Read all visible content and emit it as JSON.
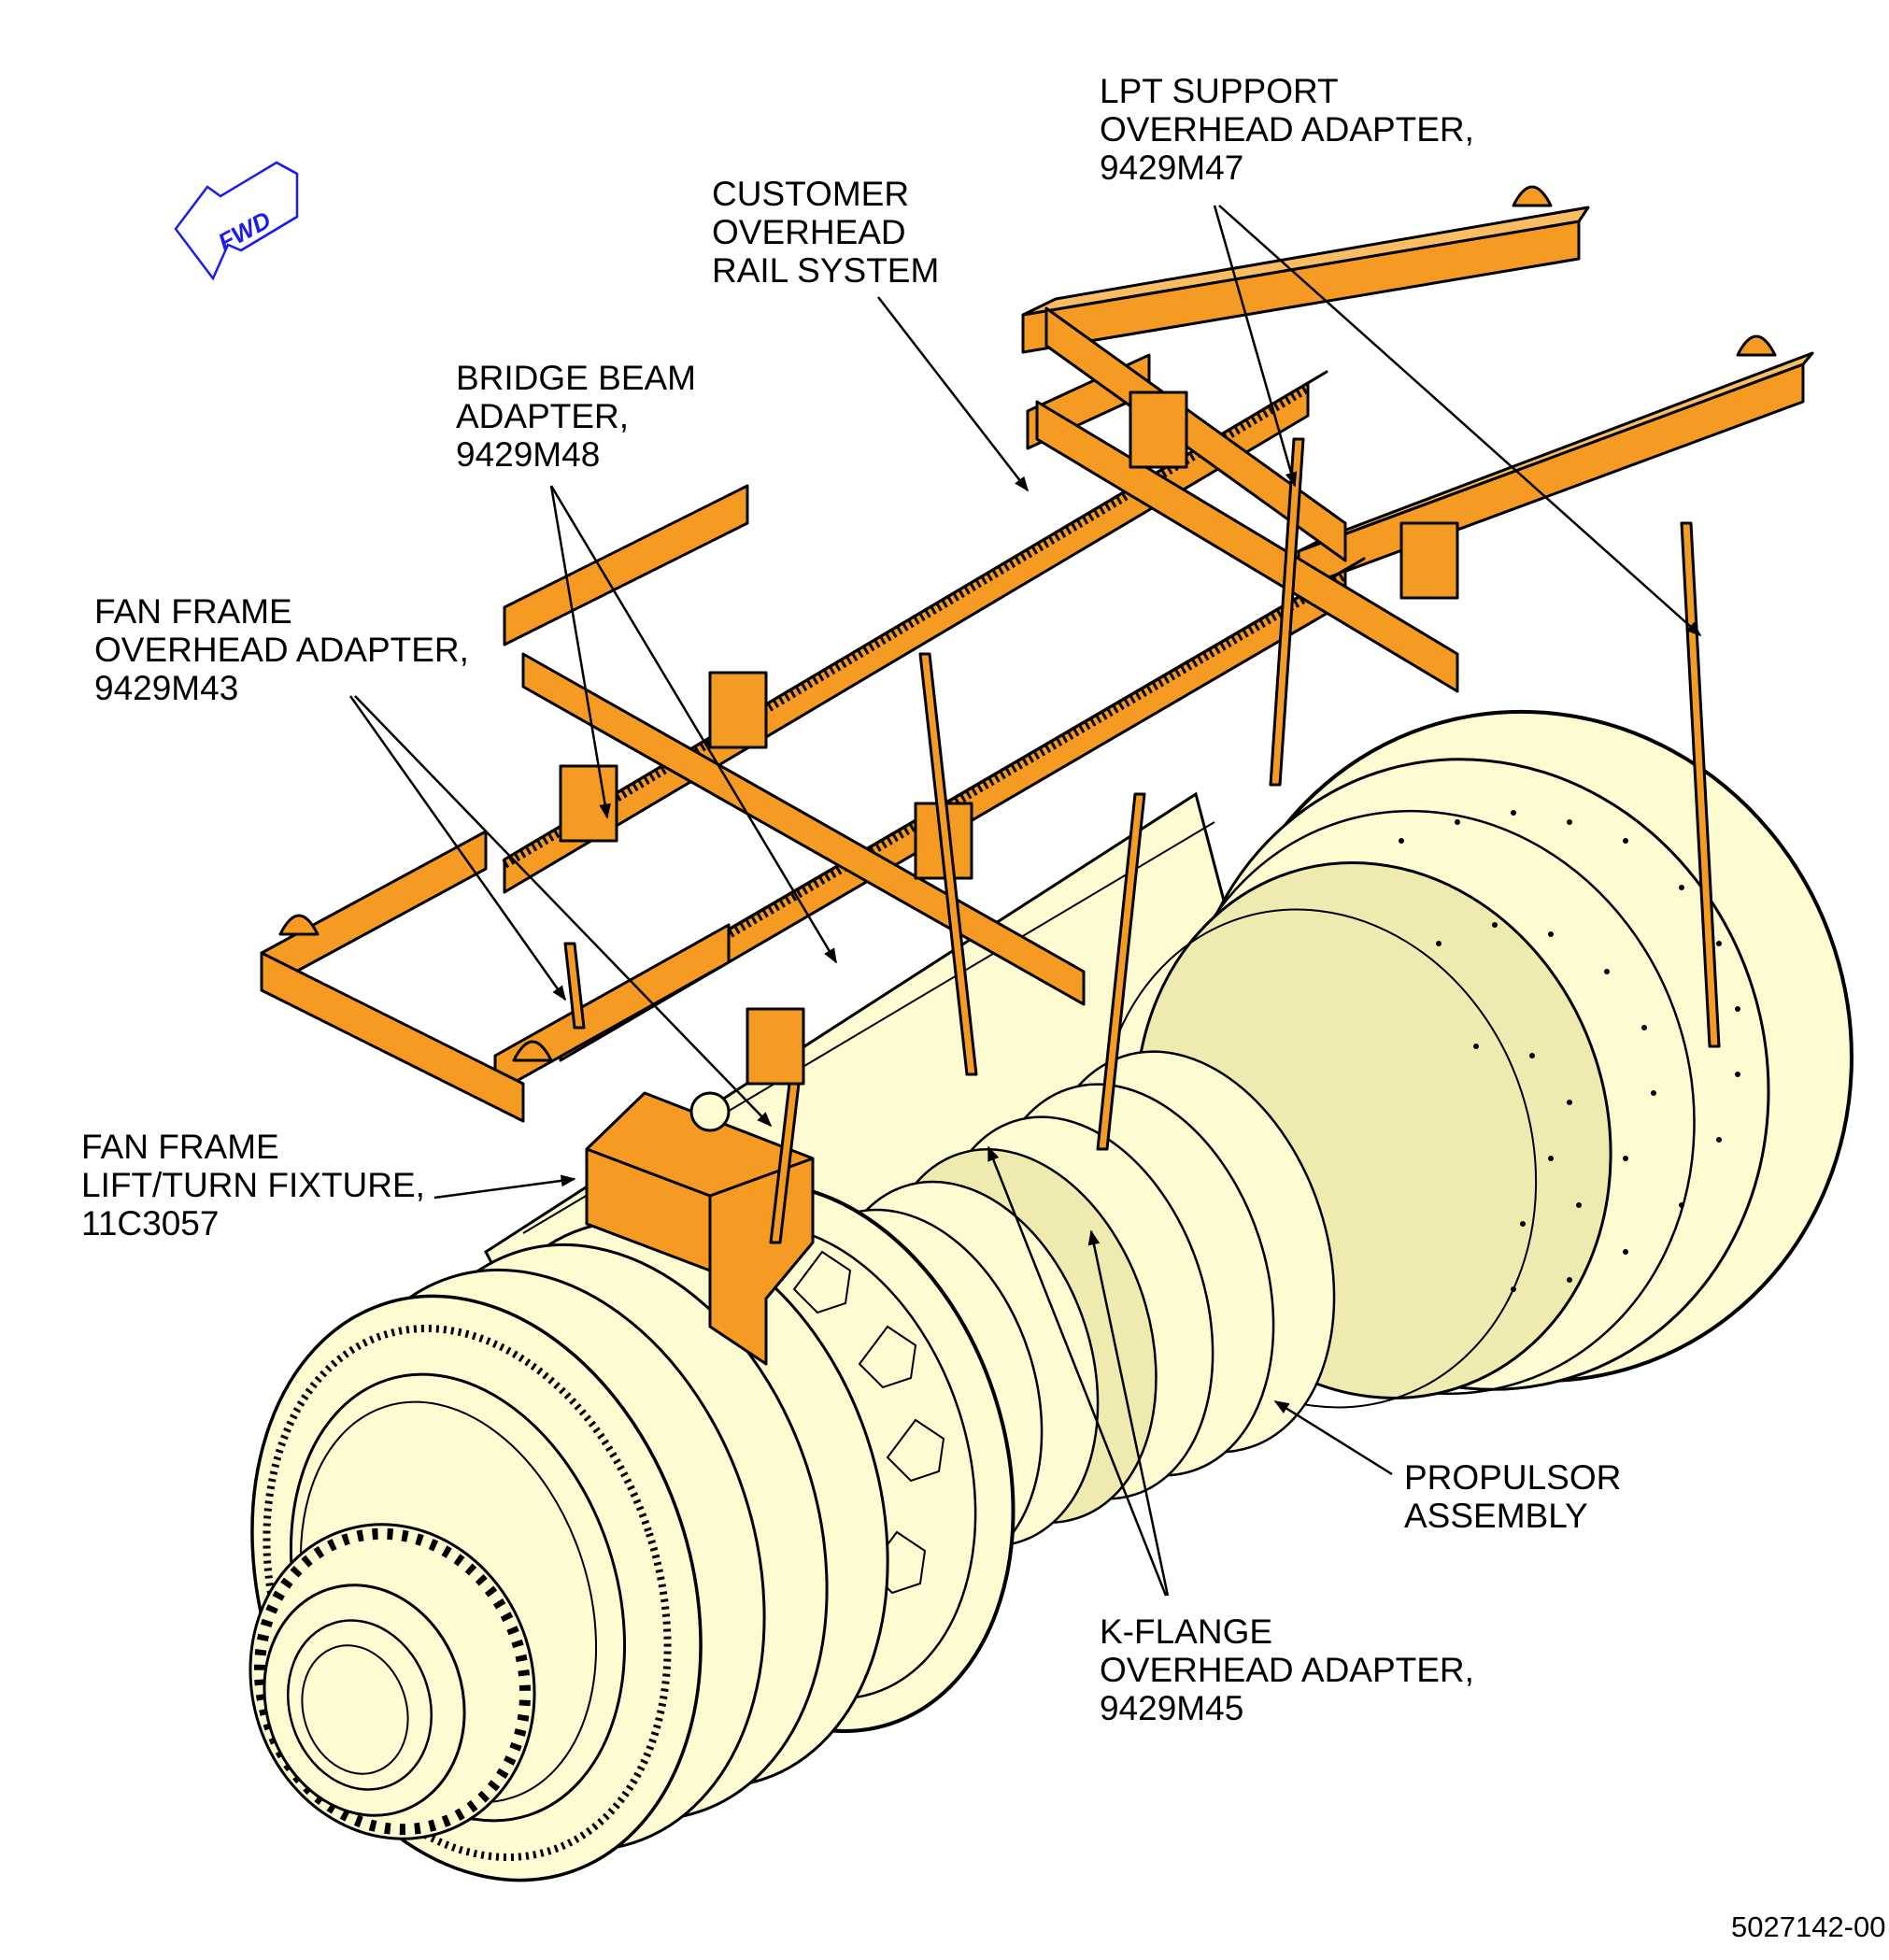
{
  "colors": {
    "rail": "#f59a23",
    "rail_dark": "#c96f0a",
    "engine": "#fdfbd2",
    "engine_shade": "#efeab0",
    "line": "#000000",
    "fwd": "#1c1cf0"
  },
  "fwd_label": "FWD",
  "labels": {
    "lpt_support": [
      "LPT SUPPORT",
      "OVERHEAD ADAPTER,",
      "9429M47"
    ],
    "customer_rail": [
      "CUSTOMER",
      "OVERHEAD",
      "RAIL SYSTEM"
    ],
    "bridge_beam": [
      "BRIDGE BEAM",
      "ADAPTER,",
      "9429M48"
    ],
    "fan_frame_overhead": [
      "FAN FRAME",
      "OVERHEAD ADAPTER,",
      "9429M43"
    ],
    "fan_frame_lift": [
      "FAN FRAME",
      "LIFT/TURN FIXTURE,",
      "11C3057"
    ],
    "propulsor": [
      "PROPULSOR",
      "ASSEMBLY"
    ],
    "k_flange": [
      "K-FLANGE",
      "OVERHEAD ADAPTER,",
      "9429M45"
    ]
  },
  "figure_id": "5027142-00"
}
